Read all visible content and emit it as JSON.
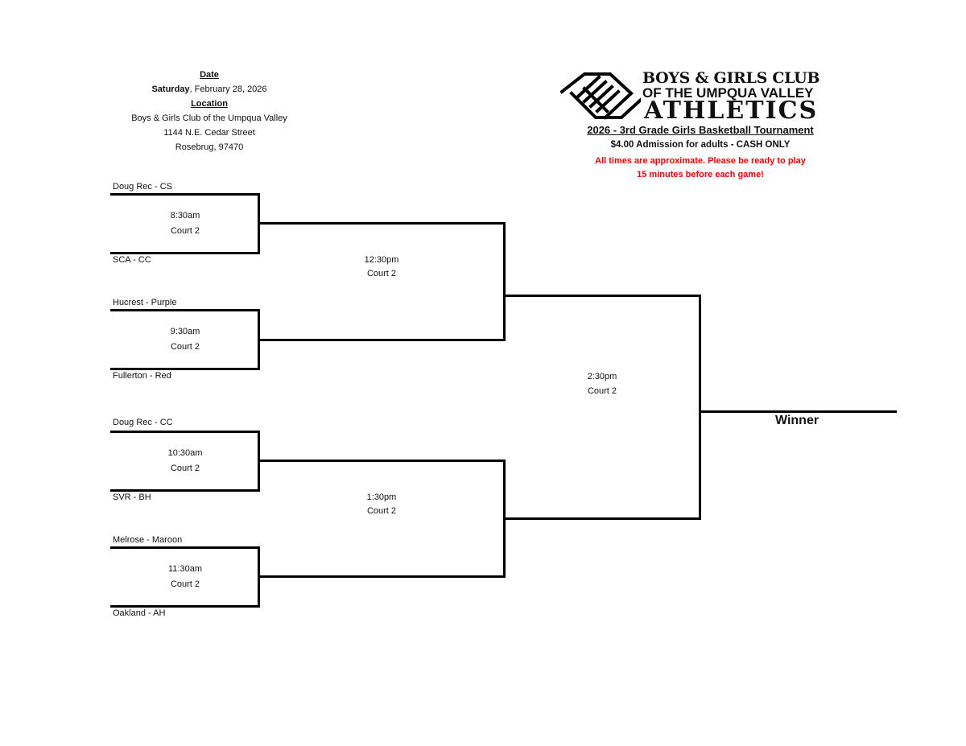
{
  "event_info": {
    "date_label": "Date",
    "day": "Saturday",
    "date": ", February 28, 2026",
    "location_label": "Location",
    "venue": "Boys & Girls Club of the Umpqua Valley",
    "street": "1144 N.E. Cedar Street",
    "city": "Rosebrug, 97470"
  },
  "header": {
    "logo_icon": "handshake-logo-icon",
    "logo_line1": "BOYS & GIRLS CLUB",
    "logo_line2": "OF THE UMPQUA VALLEY",
    "logo_line3": "ATHLETICS",
    "title": "2026 - 3rd Grade Girls Basketball Tournament",
    "admission": "$4.00 Admission for adults - CASH ONLY",
    "notice_line1": "All times are approximate. Please be ready to play",
    "notice_line2": "15 minutes before each game!",
    "notice_color": "#ff0000"
  },
  "bracket": {
    "round1": [
      {
        "team_top": "Doug Rec - CS",
        "team_bottom": "SCA - CC",
        "time": "8:30am",
        "court": "Court 2"
      },
      {
        "team_top": "Hucrest - Purple",
        "team_bottom": "Fullerton - Red",
        "time": "9:30am",
        "court": "Court 2"
      },
      {
        "team_top": "Doug Rec - CC",
        "team_bottom": "SVR - BH",
        "time": "10:30am",
        "court": "Court 2"
      },
      {
        "team_top": "Melrose - Maroon",
        "team_bottom": "Oakland - AH",
        "time": "11:30am",
        "court": "Court 2"
      }
    ],
    "round2": [
      {
        "time": "12:30pm",
        "court": "Court 2"
      },
      {
        "time": "1:30pm",
        "court": "Court 2"
      }
    ],
    "final": {
      "time": "2:30pm",
      "court": "Court 2"
    },
    "winner_label": "Winner"
  }
}
